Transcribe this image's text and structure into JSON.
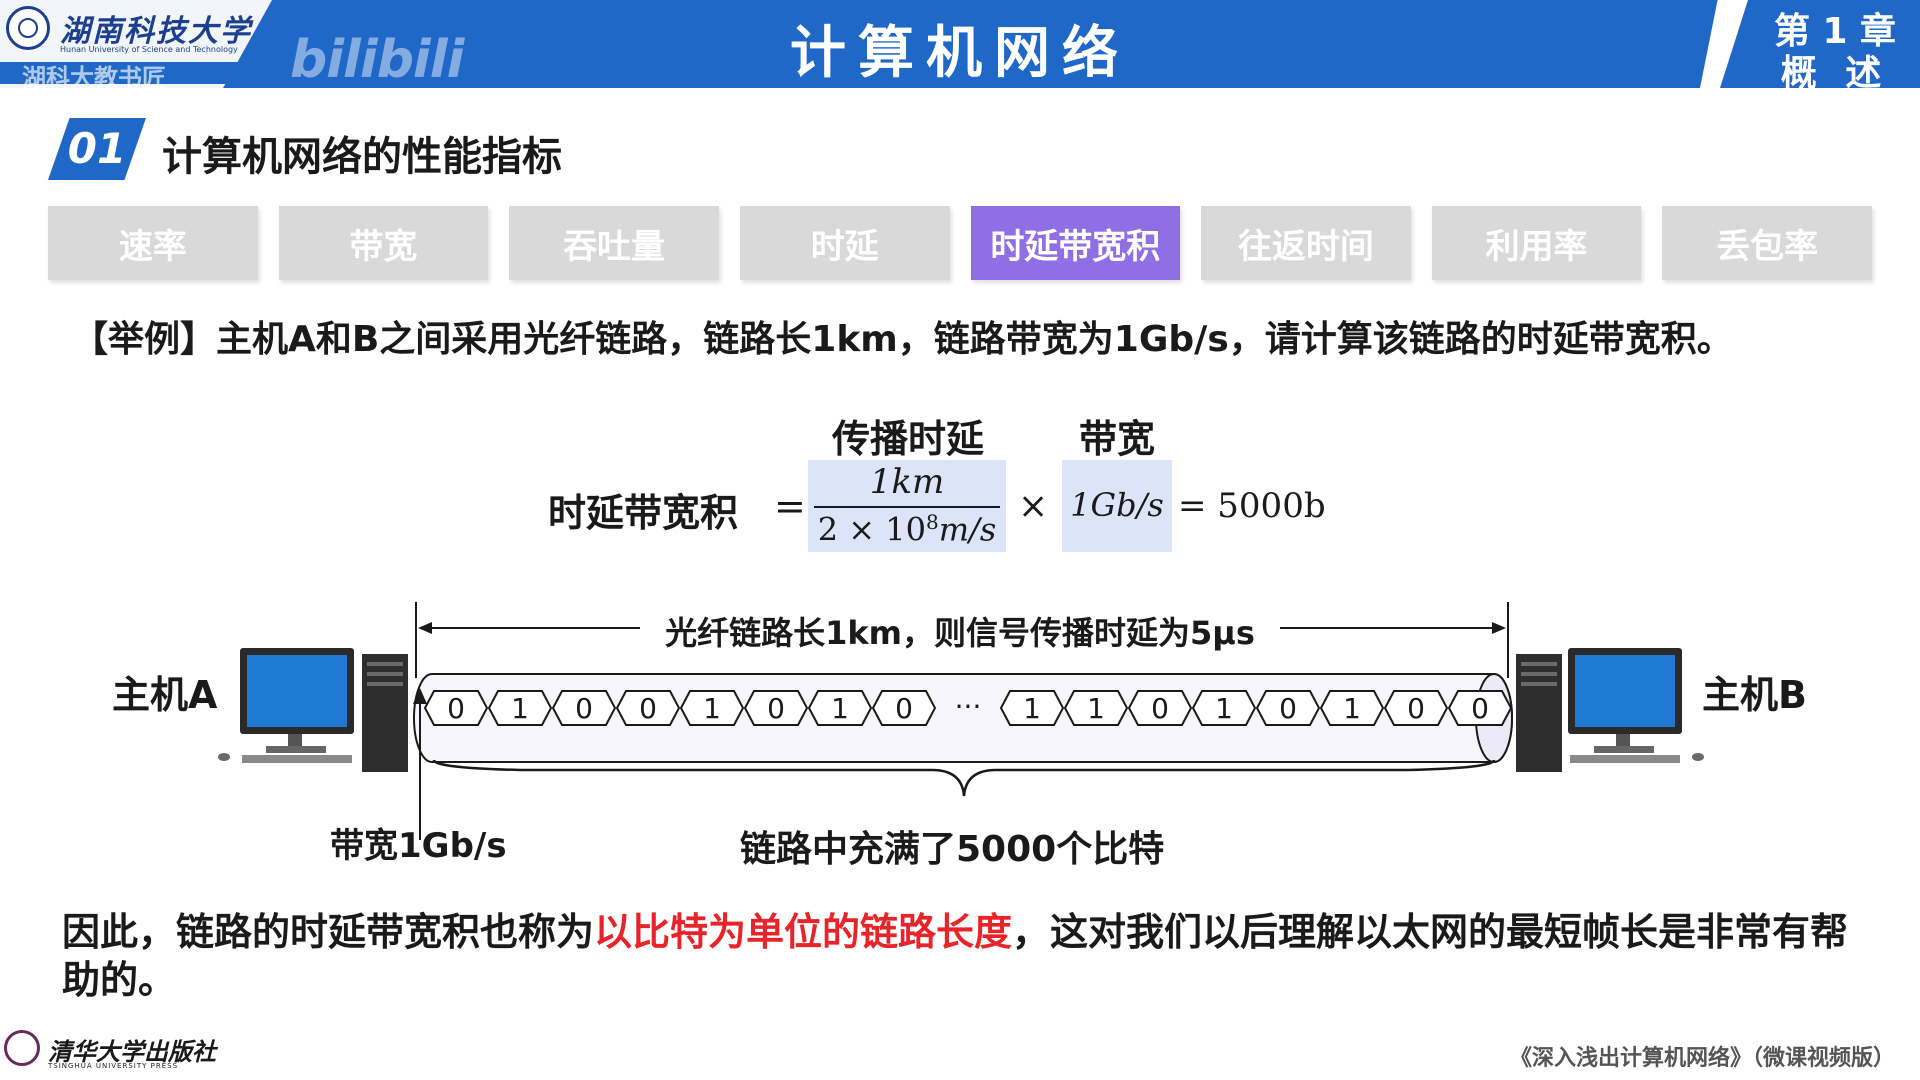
{
  "header": {
    "university_cn": "湖南科技大学",
    "university_en": "Hunan University of Science and Technology",
    "watermark_text": "湖科大教书匠",
    "watermark_logo": "bilibili",
    "title": "计算机网络",
    "chapter_line1": "第 1 章",
    "chapter_line2": "概 述"
  },
  "section": {
    "number": "01",
    "title": "计算机网络的性能指标"
  },
  "tabs": [
    {
      "label": "速率",
      "active": false
    },
    {
      "label": "带宽",
      "active": false
    },
    {
      "label": "吞吐量",
      "active": false
    },
    {
      "label": "时延",
      "active": false
    },
    {
      "label": "时延带宽积",
      "active": true
    },
    {
      "label": "往返时间",
      "active": false
    },
    {
      "label": "利用率",
      "active": false
    },
    {
      "label": "丢包率",
      "active": false
    }
  ],
  "example": "【举例】主机A和B之间采用光纤链路，链路长1km，链路带宽为1Gb/s，请计算该链路的时延带宽积。",
  "formula": {
    "label_propagation": "传播时延",
    "label_bandwidth": "带宽",
    "name": "时延带宽积",
    "equals": "=",
    "numerator": "1km",
    "denominator_pre": "2 × 10",
    "denominator_exp": "8",
    "denominator_post": "m/s",
    "times": "×",
    "bandwidth_value": "1Gb/s",
    "result": "= 5000b"
  },
  "diagram": {
    "host_a": "主机A",
    "host_b": "主机B",
    "link_text": "光纤链路长1km，则信号传播时延为5μs",
    "bandwidth_label": "带宽1Gb/s",
    "fill_label": "链路中充满了5000个比特",
    "bits_left": [
      "0",
      "1",
      "0",
      "0",
      "1",
      "0",
      "1",
      "0"
    ],
    "ellipsis": "···",
    "bits_right": [
      "1",
      "1",
      "0",
      "1",
      "0",
      "1",
      "0",
      "0"
    ]
  },
  "conclusion": {
    "part1": "因此，链路的时延带宽积也称为",
    "highlight": "以比特为单位的链路长度",
    "part2": "，这对我们以后理解以太网的最短帧长是非常有帮助的。"
  },
  "footer": {
    "publisher_cn": "清华大学出版社",
    "publisher_en": "TSINGHUA UNIVERSITY PRESS",
    "book": "《深入浅出计算机网络》（微课视频版）"
  },
  "colors": {
    "header_blue": "#1f68c8",
    "tab_inactive": "#d9d9d9",
    "tab_active": "#8f6fe3",
    "highlight_red": "#e8242a",
    "formula_box": "#dbe4f9"
  }
}
